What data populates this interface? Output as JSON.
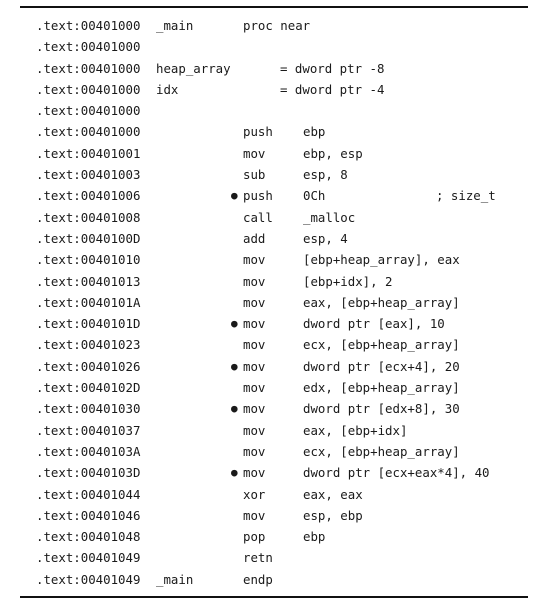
{
  "listing": [
    {
      "addr": ".text:00401000",
      "label": "_main",
      "marker": "",
      "mnemonic": "proc near",
      "operands": "",
      "comment": "",
      "kind": "decl"
    },
    {
      "addr": ".text:00401000",
      "label": "",
      "marker": "",
      "mnemonic": "",
      "operands": "",
      "comment": "",
      "kind": "blank"
    },
    {
      "addr": ".text:00401000",
      "label": "heap_array",
      "marker": "",
      "mnemonic": "",
      "operands": "= dword ptr -8",
      "comment": "",
      "kind": "var"
    },
    {
      "addr": ".text:00401000",
      "label": "idx",
      "marker": "",
      "mnemonic": "",
      "operands": "= dword ptr -4",
      "comment": "",
      "kind": "var"
    },
    {
      "addr": ".text:00401000",
      "label": "",
      "marker": "",
      "mnemonic": "",
      "operands": "",
      "comment": "",
      "kind": "blank"
    },
    {
      "addr": ".text:00401000",
      "label": "",
      "marker": "",
      "mnemonic": "push",
      "operands": "ebp",
      "comment": "",
      "kind": "instr"
    },
    {
      "addr": ".text:00401001",
      "label": "",
      "marker": "",
      "mnemonic": "mov",
      "operands": "ebp, esp",
      "comment": "",
      "kind": "instr"
    },
    {
      "addr": ".text:00401003",
      "label": "",
      "marker": "",
      "mnemonic": "sub",
      "operands": "esp, 8",
      "comment": "",
      "kind": "instr"
    },
    {
      "addr": ".text:00401006",
      "label": "",
      "marker": "●",
      "mnemonic": "push",
      "operands": "0Ch",
      "comment": "; size_t",
      "kind": "instr"
    },
    {
      "addr": ".text:00401008",
      "label": "",
      "marker": "",
      "mnemonic": "call",
      "operands": "_malloc",
      "comment": "",
      "kind": "instr"
    },
    {
      "addr": ".text:0040100D",
      "label": "",
      "marker": "",
      "mnemonic": "add",
      "operands": "esp, 4",
      "comment": "",
      "kind": "instr"
    },
    {
      "addr": ".text:00401010",
      "label": "",
      "marker": "",
      "mnemonic": "mov",
      "operands": "[ebp+heap_array], eax",
      "comment": "",
      "kind": "instr"
    },
    {
      "addr": ".text:00401013",
      "label": "",
      "marker": "",
      "mnemonic": "mov",
      "operands": "[ebp+idx], 2",
      "comment": "",
      "kind": "instr"
    },
    {
      "addr": ".text:0040101A",
      "label": "",
      "marker": "",
      "mnemonic": "mov",
      "operands": "eax, [ebp+heap_array]",
      "comment": "",
      "kind": "instr"
    },
    {
      "addr": ".text:0040101D",
      "label": "",
      "marker": "●",
      "mnemonic": "mov",
      "operands": "dword ptr [eax], 10",
      "comment": "",
      "kind": "instr"
    },
    {
      "addr": ".text:00401023",
      "label": "",
      "marker": "",
      "mnemonic": "mov",
      "operands": "ecx, [ebp+heap_array]",
      "comment": "",
      "kind": "instr"
    },
    {
      "addr": ".text:00401026",
      "label": "",
      "marker": "●",
      "mnemonic": "mov",
      "operands": "dword ptr [ecx+4], 20",
      "comment": "",
      "kind": "instr"
    },
    {
      "addr": ".text:0040102D",
      "label": "",
      "marker": "",
      "mnemonic": "mov",
      "operands": "edx, [ebp+heap_array]",
      "comment": "",
      "kind": "instr"
    },
    {
      "addr": ".text:00401030",
      "label": "",
      "marker": "●",
      "mnemonic": "mov",
      "operands": "dword ptr [edx+8], 30",
      "comment": "",
      "kind": "instr"
    },
    {
      "addr": ".text:00401037",
      "label": "",
      "marker": "",
      "mnemonic": "mov",
      "operands": "eax, [ebp+idx]",
      "comment": "",
      "kind": "instr"
    },
    {
      "addr": ".text:0040103A",
      "label": "",
      "marker": "",
      "mnemonic": "mov",
      "operands": "ecx, [ebp+heap_array]",
      "comment": "",
      "kind": "instr"
    },
    {
      "addr": ".text:0040103D",
      "label": "",
      "marker": "●",
      "mnemonic": "mov",
      "operands": "dword ptr [ecx+eax*4], 40",
      "comment": "",
      "kind": "instr"
    },
    {
      "addr": ".text:00401044",
      "label": "",
      "marker": "",
      "mnemonic": "xor",
      "operands": "eax, eax",
      "comment": "",
      "kind": "instr"
    },
    {
      "addr": ".text:00401046",
      "label": "",
      "marker": "",
      "mnemonic": "mov",
      "operands": "esp, ebp",
      "comment": "",
      "kind": "instr"
    },
    {
      "addr": ".text:00401048",
      "label": "",
      "marker": "",
      "mnemonic": "pop",
      "operands": "ebp",
      "comment": "",
      "kind": "instr"
    },
    {
      "addr": ".text:00401049",
      "label": "",
      "marker": "",
      "mnemonic": "retn",
      "operands": "",
      "comment": "",
      "kind": "instr"
    },
    {
      "addr": ".text:00401049",
      "label": "_main",
      "marker": "",
      "mnemonic": "endp",
      "operands": "",
      "comment": "",
      "kind": "instr"
    }
  ]
}
